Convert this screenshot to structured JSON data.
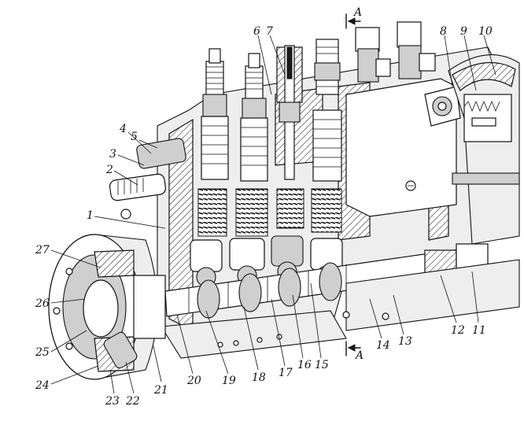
{
  "labels": {
    "l1": "1",
    "l2": "2",
    "l3": "3",
    "l4": "4",
    "l5": "5",
    "l6": "6",
    "l7": "7",
    "l8": "8",
    "l9": "9",
    "l10": "10",
    "l11": "11",
    "l12": "12",
    "l13": "13",
    "l14": "14",
    "l15": "15",
    "l16": "16",
    "l17": "17",
    "l18": "18",
    "l19": "19",
    "l20": "20",
    "l21": "21",
    "l22": "22",
    "l23": "23",
    "l24": "24",
    "l25": "25",
    "l26": "26",
    "l27": "27"
  },
  "section_mark": {
    "top": "A",
    "bottom": "A"
  }
}
